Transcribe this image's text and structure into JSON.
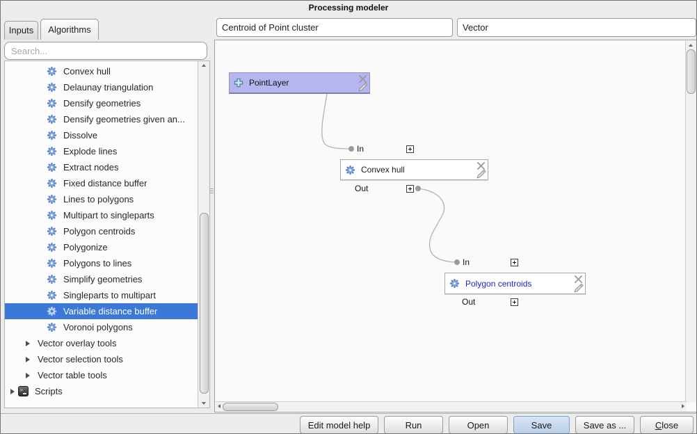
{
  "window": {
    "title": "Processing modeler"
  },
  "header": {
    "model_name": "Centroid of Point cluster",
    "model_group": "Vector"
  },
  "left_panel": {
    "tabs": [
      {
        "label": "Inputs"
      },
      {
        "label": "Algorithms"
      }
    ],
    "search": {
      "placeholder": "Search..."
    },
    "tree": {
      "items": [
        {
          "label": "Convex hull",
          "type": "algorithm",
          "icon": "gear-icon"
        },
        {
          "label": "Delaunay triangulation",
          "type": "algorithm",
          "icon": "gear-icon"
        },
        {
          "label": "Densify geometries",
          "type": "algorithm",
          "icon": "gear-icon"
        },
        {
          "label": "Densify geometries given an...",
          "type": "algorithm",
          "icon": "gear-icon"
        },
        {
          "label": "Dissolve",
          "type": "algorithm",
          "icon": "gear-icon"
        },
        {
          "label": "Explode lines",
          "type": "algorithm",
          "icon": "gear-icon"
        },
        {
          "label": "Extract nodes",
          "type": "algorithm",
          "icon": "gear-icon"
        },
        {
          "label": "Fixed distance buffer",
          "type": "algorithm",
          "icon": "gear-icon"
        },
        {
          "label": "Lines to polygons",
          "type": "algorithm",
          "icon": "gear-icon"
        },
        {
          "label": "Multipart to singleparts",
          "type": "algorithm",
          "icon": "gear-icon"
        },
        {
          "label": "Polygon centroids",
          "type": "algorithm",
          "icon": "gear-icon"
        },
        {
          "label": "Polygonize",
          "type": "algorithm",
          "icon": "gear-icon"
        },
        {
          "label": "Polygons to lines",
          "type": "algorithm",
          "icon": "gear-icon"
        },
        {
          "label": "Simplify geometries",
          "type": "algorithm",
          "icon": "gear-icon"
        },
        {
          "label": "Singleparts to multipart",
          "type": "algorithm",
          "icon": "gear-icon"
        },
        {
          "label": "Variable distance buffer",
          "type": "algorithm",
          "icon": "gear-icon",
          "selected": true
        },
        {
          "label": "Voronoi polygons",
          "type": "algorithm",
          "icon": "gear-icon"
        },
        {
          "label": "Vector overlay tools",
          "type": "group",
          "icon": "chevron-right-icon"
        },
        {
          "label": "Vector selection tools",
          "type": "group",
          "icon": "chevron-right-icon"
        },
        {
          "label": "Vector table tools",
          "type": "group",
          "icon": "chevron-right-icon"
        },
        {
          "label": "Scripts",
          "type": "group",
          "icon": "terminal-icon"
        }
      ]
    }
  },
  "canvas": {
    "nodes": {
      "point_layer": {
        "title": "PointLayer",
        "type": "input"
      },
      "convex_hull": {
        "title": "Convex hull",
        "type": "algorithm",
        "in_label": "In",
        "out_label": "Out"
      },
      "polygon_centroids": {
        "title": "Polygon centroids",
        "type": "algorithm",
        "in_label": "In",
        "out_label": "Out"
      }
    }
  },
  "footer": {
    "buttons": [
      {
        "label": "Edit model help"
      },
      {
        "label": "Run"
      },
      {
        "label": "Open"
      },
      {
        "label": "Save"
      },
      {
        "label": "Save as ..."
      },
      {
        "label": "Close",
        "accel": "C",
        "rest": "lose"
      }
    ]
  },
  "colors": {
    "selection_blue": "#3c78d8",
    "input_node_fill": "#b5b5f0",
    "save_button_blue": "#b9d0ea",
    "link_gray": "#b2b2b2",
    "alg_link_text_blue": "#2323cc"
  }
}
